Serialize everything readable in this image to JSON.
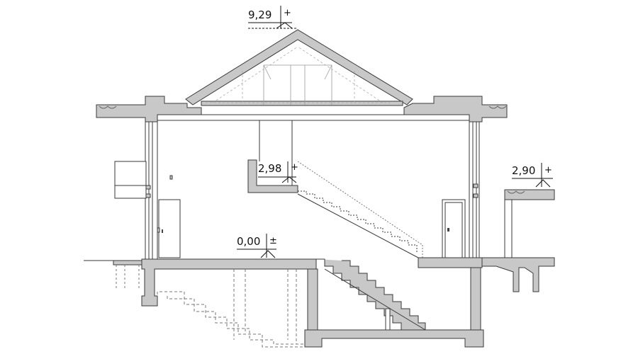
{
  "drawing": {
    "type": "building-cross-section",
    "fill_color": "#c8c8c8",
    "line_color": "#3a3a3a",
    "hidden_line_style": "dashed"
  },
  "levels": {
    "ridge": {
      "value": "9,29",
      "sign": "+"
    },
    "gallery": {
      "value": "2,98",
      "sign": "+"
    },
    "ground_floor": {
      "value": "0,00",
      "sign": "±"
    },
    "terrace": {
      "value": "2,90",
      "sign": "+"
    }
  }
}
